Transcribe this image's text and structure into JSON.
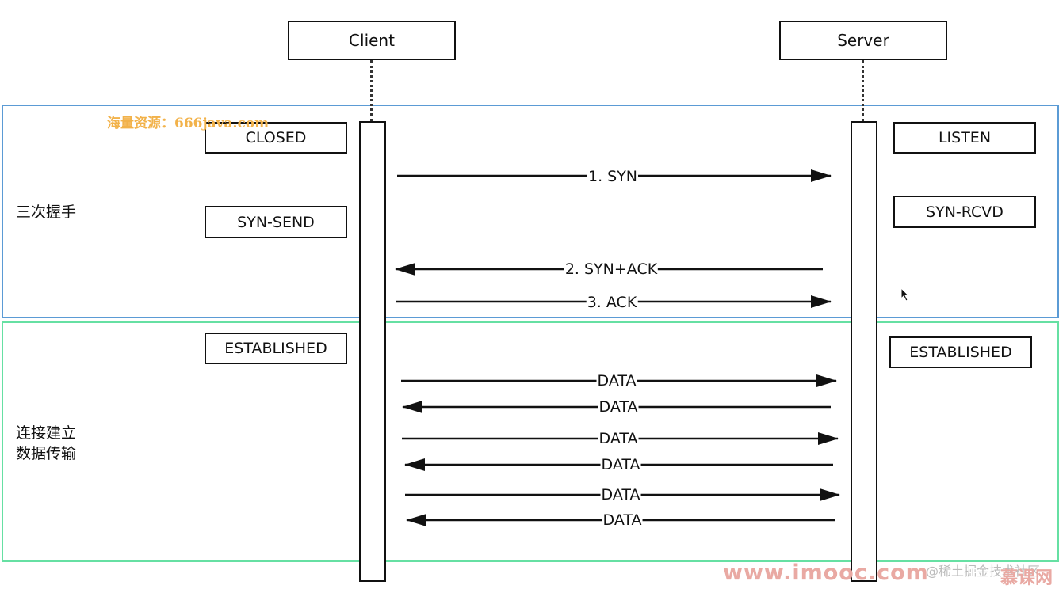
{
  "participants": {
    "client": "Client",
    "server": "Server"
  },
  "lanes": {
    "handshake": "三次握手",
    "data_line1": "连接建立",
    "data_line2": "数据传输"
  },
  "client_states": {
    "closed": "CLOSED",
    "syn_send": "SYN-SEND",
    "established": "ESTABLISHED"
  },
  "server_states": {
    "listen": "LISTEN",
    "syn_rcvd": "SYN-RCVD",
    "established": "ESTABLISHED"
  },
  "messages": [
    {
      "label": "1. SYN",
      "direction": "right"
    },
    {
      "label": "2. SYN+ACK",
      "direction": "left"
    },
    {
      "label": "3. ACK",
      "direction": "right"
    },
    {
      "label": "DATA",
      "direction": "right"
    },
    {
      "label": "DATA",
      "direction": "left"
    },
    {
      "label": "DATA",
      "direction": "right"
    },
    {
      "label": "DATA",
      "direction": "left"
    },
    {
      "label": "DATA",
      "direction": "right"
    },
    {
      "label": "DATA",
      "direction": "left"
    }
  ],
  "watermarks": {
    "top": "海量资源：666java.com",
    "bottom": "www.imooc.com",
    "community": "@稀土掘金技术社区",
    "logo": "慕课网"
  },
  "colors": {
    "handshake_lane": "#5b9bd5",
    "data_lane": "#66e0a3",
    "line": "#111111"
  }
}
